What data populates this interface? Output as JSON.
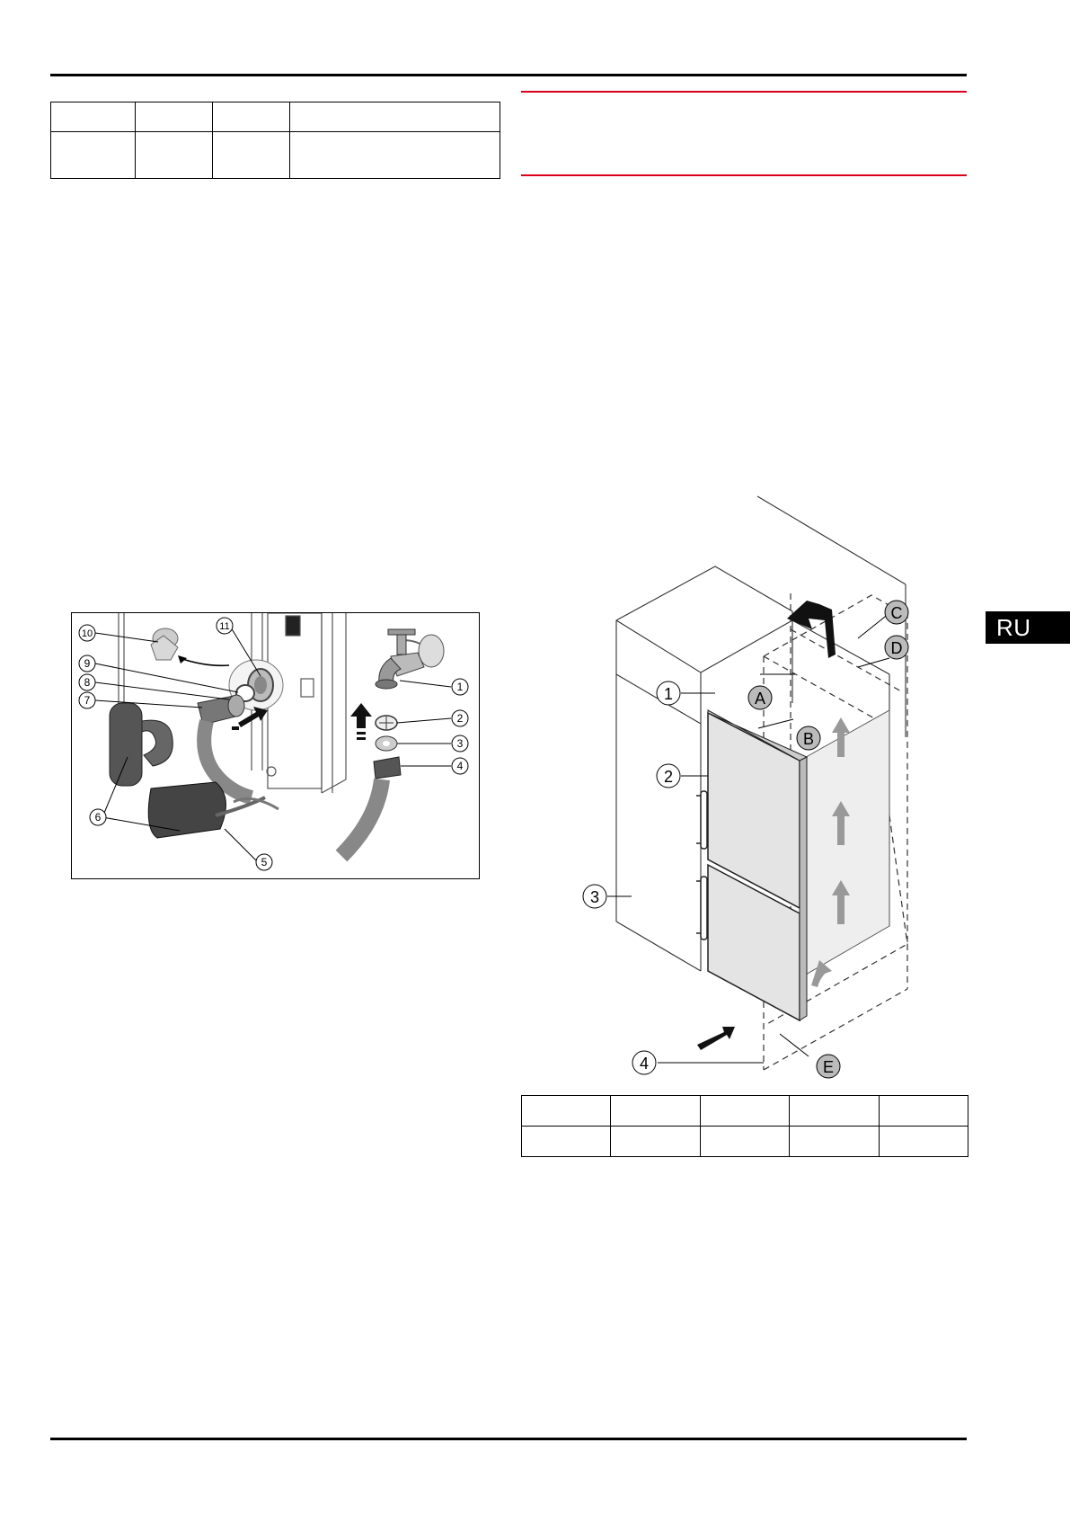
{
  "language_tab": "RU",
  "connection_figure": {
    "callouts": [
      "1",
      "2",
      "3",
      "4",
      "5",
      "6",
      "7",
      "8",
      "9",
      "10",
      "11"
    ]
  },
  "installation_figure": {
    "callouts_numbers": [
      "1",
      "2",
      "3",
      "4"
    ],
    "callouts_letters": [
      "A",
      "B",
      "C",
      "D",
      "E"
    ]
  },
  "colors": {
    "accent_red": "#d9001b",
    "tab_background": "#000000",
    "tab_text": "#ffffff"
  }
}
